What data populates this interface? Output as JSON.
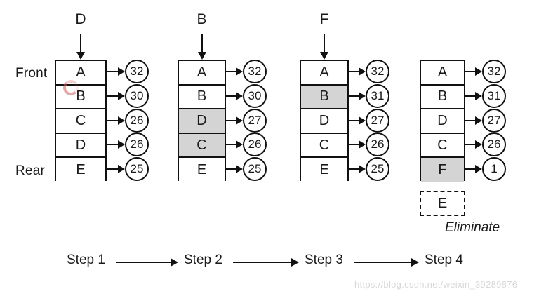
{
  "labels": {
    "front": "Front",
    "rear": "Rear",
    "eliminate": "Eliminate"
  },
  "watermark": "https://blog.csdn.net/weixin_39289876",
  "timeline": {
    "steps": [
      "Step 1",
      "Step 2",
      "Step 3",
      "Step 4"
    ]
  },
  "columns": [
    {
      "step": "Step 1",
      "incoming": "D",
      "has_incoming": true,
      "cells": [
        {
          "key": "A",
          "value": "32",
          "highlighted": false
        },
        {
          "key": "B",
          "value": "30",
          "highlighted": false
        },
        {
          "key": "C",
          "value": "26",
          "highlighted": false
        },
        {
          "key": "D",
          "value": "26",
          "highlighted": false
        },
        {
          "key": "E",
          "value": "25",
          "highlighted": false
        }
      ],
      "eliminated": null
    },
    {
      "step": "Step 2",
      "incoming": "B",
      "has_incoming": true,
      "cells": [
        {
          "key": "A",
          "value": "32",
          "highlighted": false
        },
        {
          "key": "B",
          "value": "30",
          "highlighted": false
        },
        {
          "key": "D",
          "value": "27",
          "highlighted": true
        },
        {
          "key": "C",
          "value": "26",
          "highlighted": true
        },
        {
          "key": "E",
          "value": "25",
          "highlighted": false
        }
      ],
      "eliminated": null
    },
    {
      "step": "Step 3",
      "incoming": "F",
      "has_incoming": true,
      "cells": [
        {
          "key": "A",
          "value": "32",
          "highlighted": false
        },
        {
          "key": "B",
          "value": "31",
          "highlighted": true
        },
        {
          "key": "D",
          "value": "27",
          "highlighted": false
        },
        {
          "key": "C",
          "value": "26",
          "highlighted": false
        },
        {
          "key": "E",
          "value": "25",
          "highlighted": false
        }
      ],
      "eliminated": null
    },
    {
      "step": "Step 4",
      "incoming": "",
      "has_incoming": false,
      "cells": [
        {
          "key": "A",
          "value": "32",
          "highlighted": false
        },
        {
          "key": "B",
          "value": "31",
          "highlighted": false
        },
        {
          "key": "D",
          "value": "27",
          "highlighted": false
        },
        {
          "key": "C",
          "value": "26",
          "highlighted": false
        },
        {
          "key": "F",
          "value": "1",
          "highlighted": true
        }
      ],
      "eliminated": "E"
    }
  ],
  "colors": {
    "highlight": "#d4d4d4",
    "stroke": "#111111",
    "background": "#ffffff",
    "watermark": "#d8d8d8",
    "cursor": "#d66060"
  }
}
